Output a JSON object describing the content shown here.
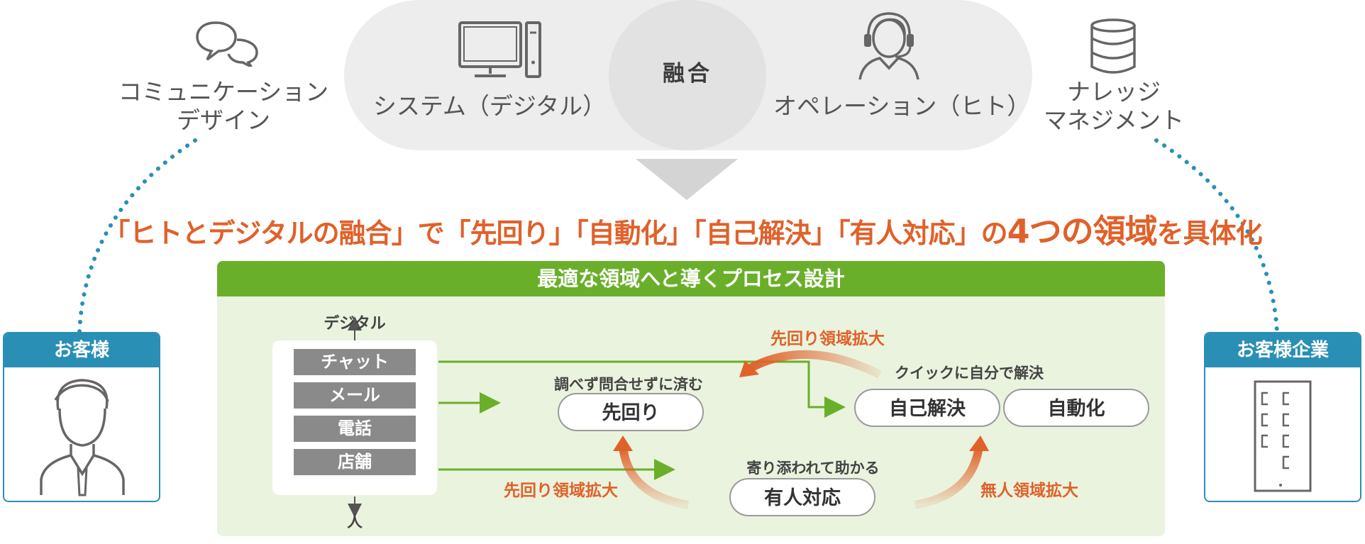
{
  "top": {
    "left_label_line1": "コミュニケーション",
    "left_label_line2": "デザイン",
    "system_label": "システム（デジタル）",
    "fusion_label": "融合",
    "operation_label": "オペレーション（ヒト）",
    "right_label_line1": "ナレッジ",
    "right_label_line2": "マネジメント"
  },
  "headline": {
    "part1": "「ヒトとデジタルの融合」で「先回り」「自動化」「自己解決」「有人対応」の",
    "emphasis": "4つの領域",
    "part2": "を具体化"
  },
  "panel": {
    "title": "最適な領域へと導くプロセス設計",
    "axis_top": "デジタル",
    "axis_bottom": "人",
    "channels": [
      "チャット",
      "メール",
      "電話",
      "店舗"
    ],
    "labels": {
      "sakimawari_desc": "調べず問合せずに済む",
      "self_desc": "クイックに自分で解決",
      "yujin_desc": "寄り添われて助かる"
    },
    "nodes": {
      "sakimawari": "先回り",
      "self_solve": "自己解決",
      "automation": "自動化",
      "yujin": "有人対応"
    },
    "arrows": {
      "top_expand": "先回り領域拡大",
      "bottom_expand": "先回り領域拡大",
      "unmanned_expand": "無人領域拡大"
    }
  },
  "customer": {
    "label": "お客様"
  },
  "company": {
    "label": "お客様企業"
  },
  "colors": {
    "orange": "#e0612a",
    "green": "#6aaf2a",
    "blue": "#2a8fb5",
    "gray": "#8a8a8a"
  }
}
